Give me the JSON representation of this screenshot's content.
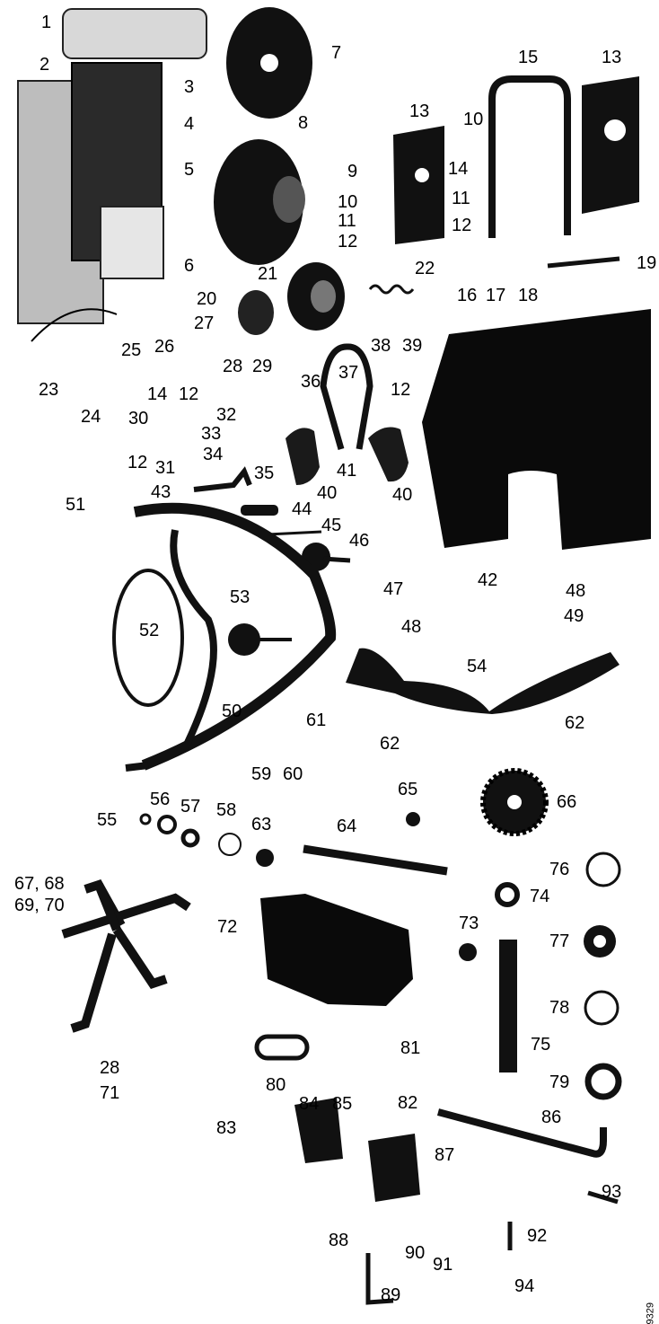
{
  "figure_number": "9329",
  "callouts": [
    {
      "id": "1",
      "text": "1"
    },
    {
      "id": "2",
      "text": "2"
    },
    {
      "id": "3",
      "text": "3"
    },
    {
      "id": "4",
      "text": "4"
    },
    {
      "id": "5",
      "text": "5"
    },
    {
      "id": "6",
      "text": "6"
    },
    {
      "id": "7",
      "text": "7"
    },
    {
      "id": "8",
      "text": "8"
    },
    {
      "id": "9",
      "text": "9"
    },
    {
      "id": "10a",
      "text": "10"
    },
    {
      "id": "10b",
      "text": "10"
    },
    {
      "id": "11a",
      "text": "11"
    },
    {
      "id": "11b",
      "text": "11"
    },
    {
      "id": "12a",
      "text": "12"
    },
    {
      "id": "12b",
      "text": "12"
    },
    {
      "id": "12c",
      "text": "12"
    },
    {
      "id": "12d",
      "text": "12"
    },
    {
      "id": "12e",
      "text": "12"
    },
    {
      "id": "13a",
      "text": "13"
    },
    {
      "id": "13b",
      "text": "13"
    },
    {
      "id": "14a",
      "text": "14"
    },
    {
      "id": "14b",
      "text": "14"
    },
    {
      "id": "15",
      "text": "15"
    },
    {
      "id": "16",
      "text": "16"
    },
    {
      "id": "17",
      "text": "17"
    },
    {
      "id": "18",
      "text": "18"
    },
    {
      "id": "19",
      "text": "19"
    },
    {
      "id": "20",
      "text": "20"
    },
    {
      "id": "21",
      "text": "21"
    },
    {
      "id": "22",
      "text": "22"
    },
    {
      "id": "23",
      "text": "23"
    },
    {
      "id": "24",
      "text": "24"
    },
    {
      "id": "25",
      "text": "25"
    },
    {
      "id": "26",
      "text": "26"
    },
    {
      "id": "27",
      "text": "27"
    },
    {
      "id": "28a",
      "text": "28"
    },
    {
      "id": "28b",
      "text": "28"
    },
    {
      "id": "29",
      "text": "29"
    },
    {
      "id": "30",
      "text": "30"
    },
    {
      "id": "31",
      "text": "31"
    },
    {
      "id": "32",
      "text": "32"
    },
    {
      "id": "33",
      "text": "33"
    },
    {
      "id": "34",
      "text": "34"
    },
    {
      "id": "35",
      "text": "35"
    },
    {
      "id": "36",
      "text": "36"
    },
    {
      "id": "37",
      "text": "37"
    },
    {
      "id": "38",
      "text": "38"
    },
    {
      "id": "39",
      "text": "39"
    },
    {
      "id": "40a",
      "text": "40"
    },
    {
      "id": "40b",
      "text": "40"
    },
    {
      "id": "41",
      "text": "41"
    },
    {
      "id": "42",
      "text": "42"
    },
    {
      "id": "43",
      "text": "43"
    },
    {
      "id": "44",
      "text": "44"
    },
    {
      "id": "45",
      "text": "45"
    },
    {
      "id": "46",
      "text": "46"
    },
    {
      "id": "47",
      "text": "47"
    },
    {
      "id": "48a",
      "text": "48"
    },
    {
      "id": "48b",
      "text": "48"
    },
    {
      "id": "49",
      "text": "49"
    },
    {
      "id": "50",
      "text": "50"
    },
    {
      "id": "51",
      "text": "51"
    },
    {
      "id": "52",
      "text": "52"
    },
    {
      "id": "53",
      "text": "53"
    },
    {
      "id": "54",
      "text": "54"
    },
    {
      "id": "55",
      "text": "55"
    },
    {
      "id": "56",
      "text": "56"
    },
    {
      "id": "57",
      "text": "57"
    },
    {
      "id": "58",
      "text": "58"
    },
    {
      "id": "59",
      "text": "59"
    },
    {
      "id": "60",
      "text": "60"
    },
    {
      "id": "61",
      "text": "61"
    },
    {
      "id": "62a",
      "text": "62"
    },
    {
      "id": "62b",
      "text": "62"
    },
    {
      "id": "63",
      "text": "63"
    },
    {
      "id": "64",
      "text": "64"
    },
    {
      "id": "65",
      "text": "65"
    },
    {
      "id": "66",
      "text": "66"
    },
    {
      "id": "67",
      "text": "67, 68"
    },
    {
      "id": "69",
      "text": "69, 70"
    },
    {
      "id": "71",
      "text": "71"
    },
    {
      "id": "72",
      "text": "72"
    },
    {
      "id": "73",
      "text": "73"
    },
    {
      "id": "74",
      "text": "74"
    },
    {
      "id": "75",
      "text": "75"
    },
    {
      "id": "76",
      "text": "76"
    },
    {
      "id": "77",
      "text": "77"
    },
    {
      "id": "78",
      "text": "78"
    },
    {
      "id": "79",
      "text": "79"
    },
    {
      "id": "80",
      "text": "80"
    },
    {
      "id": "81",
      "text": "81"
    },
    {
      "id": "82",
      "text": "82"
    },
    {
      "id": "83",
      "text": "83"
    },
    {
      "id": "84",
      "text": "84"
    },
    {
      "id": "85",
      "text": "85"
    },
    {
      "id": "86",
      "text": "86"
    },
    {
      "id": "87",
      "text": "87"
    },
    {
      "id": "88",
      "text": "88"
    },
    {
      "id": "89",
      "text": "89"
    },
    {
      "id": "90",
      "text": "90"
    },
    {
      "id": "91",
      "text": "91"
    },
    {
      "id": "92",
      "text": "92"
    },
    {
      "id": "93",
      "text": "93"
    },
    {
      "id": "94",
      "text": "94"
    }
  ]
}
